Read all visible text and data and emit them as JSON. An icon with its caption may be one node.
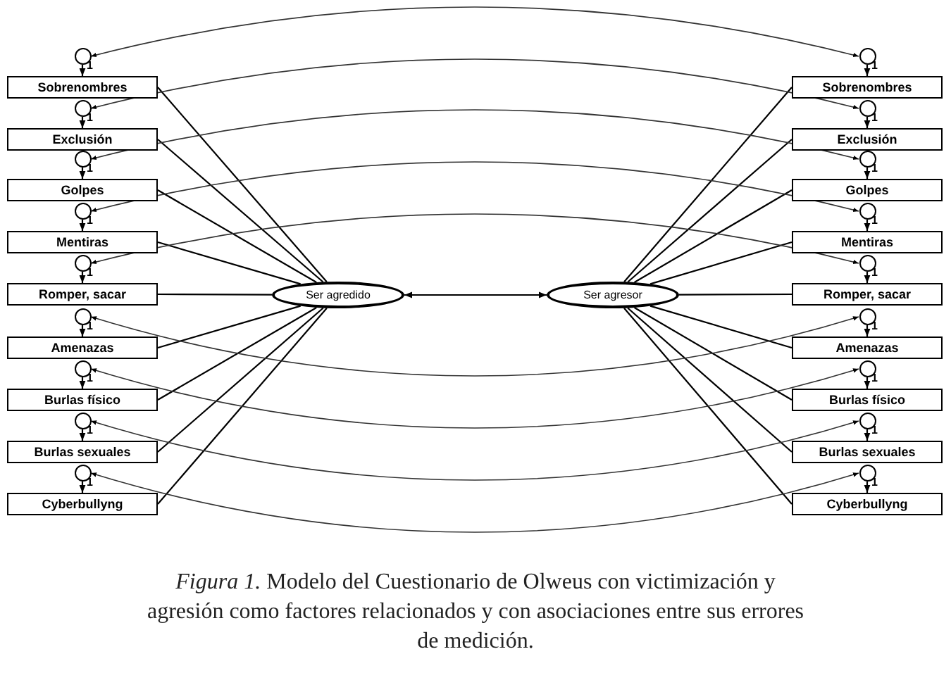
{
  "diagram": {
    "caption": "*Figura 1.* Modelo del Cuestionario de Olweus con victimización y agresión como factores relacionados y con asociaciones entre sus errores de medición.",
    "nodes": [
      {
        "text": [],
        "shape": "circle"
      },
      {
        "text": [
          "Sobrenombres"
        ]
      },
      {
        "text": [],
        "shape": "circle"
      },
      {
        "text": [
          "Exclusión"
        ]
      },
      {
        "text": [],
        "shape": "circle"
      },
      {
        "text": [
          "Golpes"
        ]
      },
      {
        "text": [],
        "shape": "circle"
      },
      {
        "text": [
          "Mentiras"
        ]
      },
      {
        "text": [],
        "shape": "circle"
      },
      {
        "text": [
          "Romper, sacar"
        ]
      },
      {
        "text": [],
        "shape": "circle"
      },
      {
        "text": [
          "Amenazas"
        ]
      },
      {
        "text": [],
        "shape": "circle"
      },
      {
        "text": [
          "Burlas físico"
        ]
      },
      {
        "text": [],
        "shape": "circle"
      },
      {
        "text": [
          "Burlas sexuales"
        ]
      },
      {
        "text": [],
        "shape": "circle"
      },
      {
        "text": [
          "Cyberbullyng"
        ]
      },
      {
        "text": [
          "Ser agredido"
        ]
      },
      {
        "text": [
          "Ser agresor"
        ]
      },
      {
        "text": [],
        "shape": "circle"
      },
      {
        "text": [
          "Sobrenombres"
        ]
      },
      {
        "text": [],
        "shape": "circle"
      },
      {
        "text": [
          "Exclusión"
        ]
      },
      {
        "text": [],
        "shape": "circle"
      },
      {
        "text": [
          "Golpes"
        ]
      },
      {
        "text": [],
        "shape": "circle"
      },
      {
        "text": [
          "Mentiras"
        ]
      },
      {
        "text": [],
        "shape": "circle"
      },
      {
        "text": [
          "Romper, sacar"
        ]
      },
      {
        "text": [],
        "shape": "circle"
      },
      {
        "text": [
          "Amenazas"
        ]
      },
      {
        "text": [],
        "shape": "circle"
      },
      {
        "text": [
          "Burlas físico"
        ]
      },
      {
        "text": [],
        "shape": "circle"
      },
      {
        "text": [
          "Burlas sexuales"
        ]
      },
      {
        "text": [],
        "shape": "circle"
      },
      {
        "text": [
          "Cyberbullyng"
        ]
      }
    ],
    "edges": [
      {
        "from": 0,
        "to": 1,
        "arrow": "to",
        "label": "1"
      },
      {
        "from": 2,
        "to": 3,
        "arrow": "to",
        "label": "1"
      },
      {
        "from": 4,
        "to": 5,
        "arrow": "to",
        "label": "1"
      },
      {
        "from": 6,
        "to": 7,
        "arrow": "to",
        "label": "1"
      },
      {
        "from": 8,
        "to": 9,
        "arrow": "to",
        "label": "1"
      },
      {
        "from": 10,
        "to": 11,
        "arrow": "to",
        "label": "1"
      },
      {
        "from": 12,
        "to": 13,
        "arrow": "to",
        "label": "1"
      },
      {
        "from": 14,
        "to": 15,
        "arrow": "to",
        "label": "1"
      },
      {
        "from": 16,
        "to": 17,
        "arrow": "to",
        "label": "1"
      },
      {
        "from": 18,
        "to": 1,
        "arrow": "none"
      },
      {
        "from": 18,
        "to": 3,
        "arrow": "none"
      },
      {
        "from": 18,
        "to": 5,
        "arrow": "none"
      },
      {
        "from": 18,
        "to": 7,
        "arrow": "none"
      },
      {
        "from": 18,
        "to": 9,
        "arrow": "none"
      },
      {
        "from": 18,
        "to": 11,
        "arrow": "none"
      },
      {
        "from": 18,
        "to": 13,
        "arrow": "none"
      },
      {
        "from": 18,
        "to": 15,
        "arrow": "none"
      },
      {
        "from": 18,
        "to": 17,
        "arrow": "none"
      },
      {
        "from": 18,
        "to": 19,
        "arrow": "both"
      },
      {
        "from": 19,
        "to": 21,
        "arrow": "none"
      },
      {
        "from": 19,
        "to": 23,
        "arrow": "none"
      },
      {
        "from": 19,
        "to": 25,
        "arrow": "none"
      },
      {
        "from": 19,
        "to": 27,
        "arrow": "none"
      },
      {
        "from": 19,
        "to": 29,
        "arrow": "none"
      },
      {
        "from": 19,
        "to": 31,
        "arrow": "none"
      },
      {
        "from": 19,
        "to": 33,
        "arrow": "none"
      },
      {
        "from": 19,
        "to": 35,
        "arrow": "none"
      },
      {
        "from": 19,
        "to": 37,
        "arrow": "none"
      },
      {
        "from": 20,
        "to": 21,
        "arrow": "to",
        "label": "1"
      },
      {
        "from": 22,
        "to": 23,
        "arrow": "to",
        "label": "1"
      },
      {
        "from": 24,
        "to": 25,
        "arrow": "to",
        "label": "1"
      },
      {
        "from": 26,
        "to": 27,
        "arrow": "to",
        "label": "1"
      },
      {
        "from": 28,
        "to": 29,
        "arrow": "to",
        "label": "1"
      },
      {
        "from": 30,
        "to": 31,
        "arrow": "to",
        "label": "1"
      },
      {
        "from": 32,
        "to": 33,
        "arrow": "to",
        "label": "1"
      },
      {
        "from": 34,
        "to": 35,
        "arrow": "to",
        "label": "1"
      },
      {
        "from": 36,
        "to": 37,
        "arrow": "to",
        "label": "1"
      },
      {
        "from": 0,
        "to": 20,
        "arrow": "both"
      },
      {
        "from": 2,
        "to": 22,
        "arrow": "both"
      },
      {
        "from": 4,
        "to": 24,
        "arrow": "both"
      },
      {
        "from": 6,
        "to": 26,
        "arrow": "both"
      },
      {
        "from": 8,
        "to": 28,
        "arrow": "both"
      },
      {
        "from": 10,
        "to": 30,
        "arrow": "both"
      },
      {
        "from": 12,
        "to": 32,
        "arrow": "both"
      },
      {
        "from": 14,
        "to": 34,
        "arrow": "both"
      },
      {
        "from": 16,
        "to": 36,
        "arrow": "both"
      }
    ]
  }
}
